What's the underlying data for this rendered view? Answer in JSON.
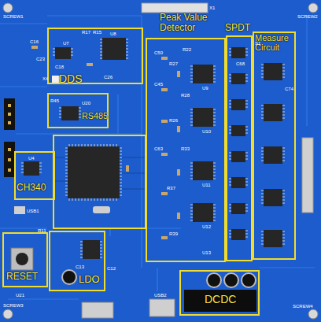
{
  "diagram": {
    "nodes": [
      {
        "text": [
          "DDS"
        ]
      },
      {
        "text": [
          "RS485"
        ]
      },
      {
        "text": [
          "CH340"
        ]
      },
      {
        "text": [
          "RESET"
        ]
      },
      {
        "text": [
          "LDO"
        ]
      },
      {
        "text": [
          "Peak Value Detector"
        ]
      },
      {
        "text": [
          "SPDT"
        ]
      },
      {
        "text": [
          "Measure Circuit"
        ]
      },
      {
        "text": [
          "DCDC"
        ]
      }
    ],
    "labels": [
      "SCREW1",
      "SCREW2",
      "SCREW3",
      "SCREW4",
      "X1",
      "C16",
      "R17",
      "R15",
      "U8",
      "U7",
      "C18",
      "C23",
      "X4",
      "C26",
      "R45",
      "U20",
      "U4",
      "USB1",
      "R11",
      "C13",
      "C12",
      "U21",
      "USB2",
      "C50",
      "R27",
      "R22",
      "U9",
      "C45",
      "R28",
      "U10",
      "R26",
      "C63",
      "R33",
      "U11",
      "R37",
      "U12",
      "R39",
      "U13",
      "S1",
      "C68",
      "C74"
    ]
  }
}
